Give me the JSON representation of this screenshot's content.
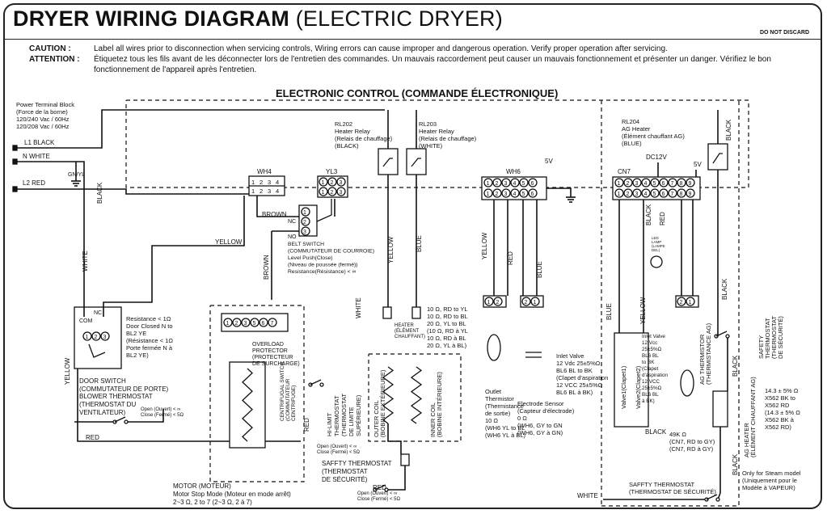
{
  "header": {
    "title_bold": "DRYER WIRING DIAGRAM",
    "title_normal": "(ELECTRIC DRYER)",
    "do_not_discard": "DO NOT DISCARD"
  },
  "notes": {
    "caution_label": "CAUTION :",
    "caution_text": "Label all wires prior to disconnection when servicing controls, Wiring errors can cause improper and dangerous operation. Verify proper operation after servicing.",
    "attention_label": "ATTENTION :",
    "attention_text": "Étiquetez tous les fils avant de les déconnecter lors de l'entretien des commandes. Un mauvais raccordement peut causer un mauvais fonctionnement et présenter un danger. Vérifiez le bon fonctionnement de l'appareil après l'entretien."
  },
  "diagram": {
    "control_title": "ELECTRONIC CONTROL (COMMANDE ÉLECTRONIQUE)",
    "power_block": [
      "Power Terminal Block",
      "(Force de la borne)",
      "120/240 Vac / 60Hz",
      "120/208 Vac / 60Hz"
    ],
    "lines": {
      "l1": "L1 BLACK",
      "n": "N  WHITE",
      "l2": "L2 RED",
      "gn": "GN/YL"
    },
    "connectors": {
      "wh4": "WH4",
      "yl3": "YL3",
      "wh6": "WH6",
      "cn7": "CN7",
      "five_v": "5V",
      "dc12v": "DC12V"
    },
    "relays": {
      "rl202": [
        "RL202",
        "Heater Relay",
        "(Relais de chauffage)",
        "(BLACK)"
      ],
      "rl203": [
        "RL203",
        "Heater Relay",
        "(Relais de chauffage)",
        "(WHITE)"
      ],
      "rl204": [
        "RL204",
        "AG Heater",
        "(Élément chauffant AG)",
        "(BLUE)"
      ]
    },
    "belt_switch": [
      "BELT SWITCH",
      "(COMMUTATEUR DE COURROIE)",
      "Level Push(Close)",
      "(Niveau de poussée (fermé))",
      "Resistance(Résistance) < ∞"
    ],
    "door_switch": [
      "DOOR SWITCH",
      "(COMMUTATEUR DE PORTE)"
    ],
    "door_resistance": [
      "Resistance < 1Ω",
      "Door Closed N to",
      "BL2 YE",
      "(Résistance < 1Ω",
      "Porte fermée N à",
      "BL2 YE)"
    ],
    "blower_thermostat": [
      "BLOWER THERMOSTAT",
      "(THERMOSTAT DU",
      "VENTILATEUR)"
    ],
    "open_close_1": [
      "Open (Ouvert) < ∞",
      "Close (Fermé) < 5Ω"
    ],
    "overload": [
      "OVERLOAD",
      "PROTECTOR",
      "(PROTECTEUR",
      "DE SURCHARGE)"
    ],
    "centrifugal": [
      "CENTRIFUGAL SWITCH",
      "(COMMUTATEUR",
      "CENTRIFUGE)"
    ],
    "motor": [
      "MOTOR (MOTEUR)",
      "Motor Stop Mode (Moteur en mode arrêt)",
      "2~3 Ω, 2 to 7 (2~3 Ω, 2 à 7)"
    ],
    "hi_limit": [
      "HI-LIMIT",
      "THERMOSTAT",
      "(THERMOSTAT",
      "DE LIMITE",
      "SUPÉRIEURE)"
    ],
    "open_close_2": [
      "Open (Ouvert) < ∞",
      "Close (Fermé) < 5Ω"
    ],
    "safety_thermostat_1": [
      "SAFFTY THERMOSTAT",
      "(THERMOSTAT",
      "DE SÉCURITÉ)"
    ],
    "open_close_3": [
      "Open (Ouvert) < ∞",
      "Close (Fermé) < 5Ω"
    ],
    "heater_resist": [
      "10 Ω, RD to YL",
      "10 Ω, RD to BL",
      "20 Ω, YL to BL",
      "(10 Ω, RD à YL",
      "10 Ω, RD à BL",
      "20 Ω, YL à BL)"
    ],
    "heater_label": [
      "HEATER",
      "(ÉLÉMENT",
      "CHAUFFANT)"
    ],
    "outer_coil": [
      "OUTER COIL",
      "(BOBINE EXTÉRIEURE)"
    ],
    "inner_coil": [
      "INNER COIL",
      "(BOBINE INTÉRIEURE)"
    ],
    "outlet_thermistor": [
      "Outlet",
      "Thermistor",
      "(Thermistance",
      "de sortie)",
      "10 Ω",
      "(WH6 YL to BL",
      "(WH6 YL à BL)"
    ],
    "electrode_sensor": [
      "Electrode Sensor",
      "(Capteur d'électrode)",
      "0 Ω",
      "(WH6, GY to GN",
      "(WH6, GY à GN)"
    ],
    "inlet_valve": [
      "Inlet Valve",
      "12 Vdc 25±5%Ω",
      "BL6 BL to BK",
      "(Clapet d'aspiration",
      "12 VCC 25±5%Ω",
      "BL6 BL à BK)"
    ],
    "valve_labels": [
      "Valve1(Clapet1)",
      "Valve2(Clapet2)"
    ],
    "valve_small": [
      "Inlet Valve",
      "12 Vcc",
      "25±5%Ω",
      "BL6 BL",
      "to BK",
      "(Clapet",
      "d'aspiration",
      "12 VCC",
      "25±5%Ω",
      "BL6 BL",
      "à BK)"
    ],
    "ag_thermistor": [
      "AG THERMISTOR",
      "(THERMISTANCE AG)"
    ],
    "ag_thermistor_resist": [
      "49K Ω",
      "(CN7, RD to GY)",
      "(CN7, RD à GY)"
    ],
    "ag_heater": [
      "AG HEATER",
      "(ÉLÉMENT CHAUFFANT AG)"
    ],
    "ag_heater_resist": [
      "14.3 ± 5% Ω",
      "X562 BK to",
      "X562 RD",
      "(14.3 ± 5% Ω",
      "X562 BK à",
      "X562 RD)"
    ],
    "safety_thermostat_2": [
      "SAFETY",
      "THERMOSTAT",
      "(THERMOSTAT",
      "DE SÉCURITÉ)"
    ],
    "safety_thermostat_3": [
      "SAFFTY THERMOSTAT",
      "(THERMOSTAT DE SÉCURITÉ)"
    ],
    "steam_note": [
      "Only for Steam model",
      "(Uniquement pour le",
      "Modèle à VAPEUR)"
    ],
    "led_label": [
      "LED",
      "LAMP",
      "(LAMPE",
      "DEL)"
    ],
    "wire_labels": {
      "black": "BLACK",
      "white": "WHITE",
      "yellow": "YELLOW",
      "brown": "BROWN",
      "red": "RED",
      "blue": "BLUE",
      "com": "COM",
      "nc": "NC",
      "no": "NO"
    }
  }
}
